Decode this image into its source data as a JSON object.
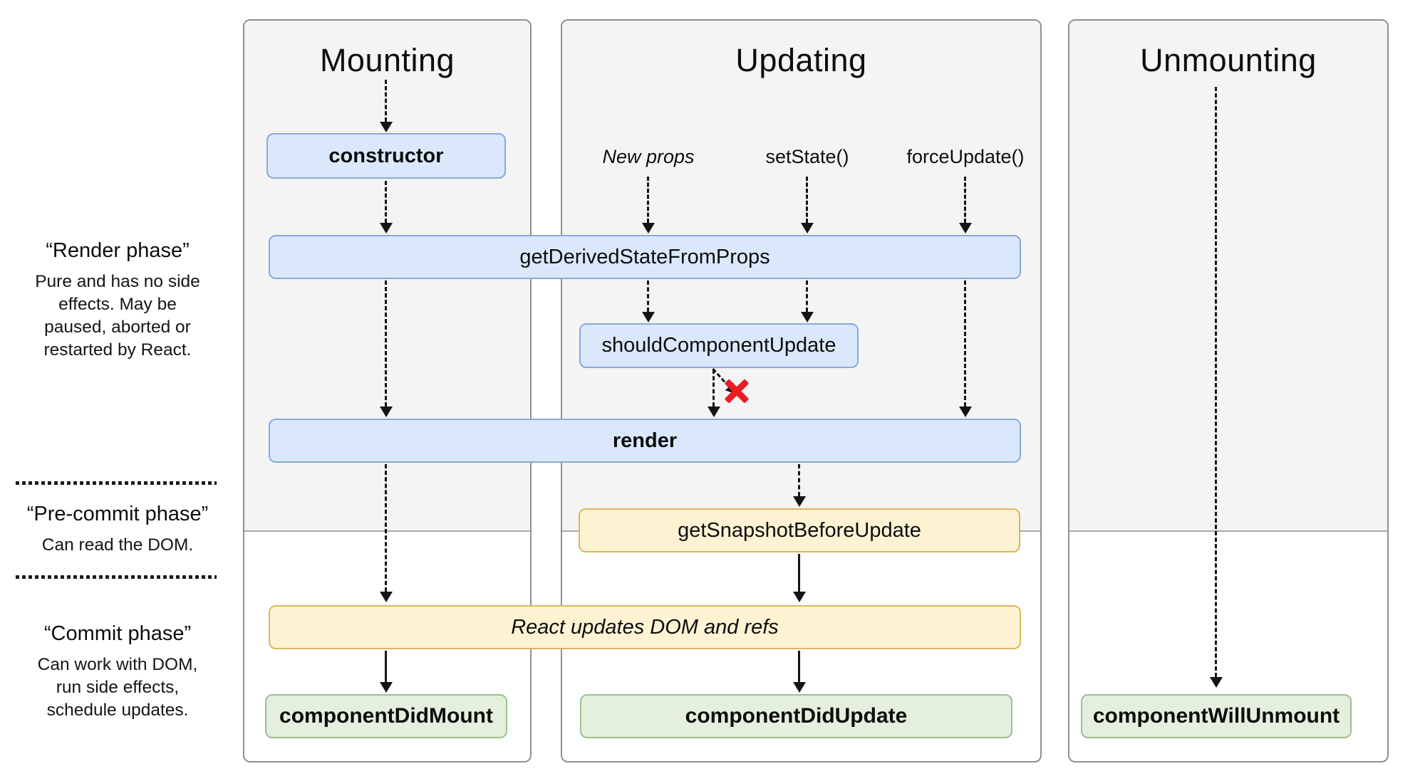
{
  "columns": {
    "mounting": {
      "title": "Mounting"
    },
    "updating": {
      "title": "Updating",
      "triggers": {
        "new_props": "New props",
        "set_state": "setState()",
        "force_update": "forceUpdate()"
      }
    },
    "unmounting": {
      "title": "Unmounting"
    }
  },
  "phases": {
    "render": {
      "name": "“Render phase”",
      "description": "Pure and has no side\neffects. May be\npaused, aborted or\nrestarted by React."
    },
    "pre_commit": {
      "name": "“Pre-commit phase”",
      "description": "Can read the DOM."
    },
    "commit": {
      "name": "“Commit phase”",
      "description": "Can work with DOM,\nrun side effects,\nschedule updates."
    }
  },
  "nodes": {
    "constructor": {
      "label": "constructor"
    },
    "get_derived_state_from_props": {
      "label": "getDerivedStateFromProps"
    },
    "should_component_update": {
      "label": "shouldComponentUpdate"
    },
    "render": {
      "label": "render"
    },
    "get_snapshot_before_update": {
      "label": "getSnapshotBeforeUpdate"
    },
    "react_updates_dom": {
      "label": "React updates DOM and refs"
    },
    "component_did_mount": {
      "label": "componentDidMount"
    },
    "component_did_update": {
      "label": "componentDidUpdate"
    },
    "component_will_unmount": {
      "label": "componentWillUnmount"
    }
  },
  "icons": {
    "skip_render_x": "x-cross"
  },
  "colors": {
    "lifecycle_blue_fill": "#dbe8fb",
    "lifecycle_blue_border": "#84abdb",
    "side_effect_yellow_fill": "#fdf3d3",
    "side_effect_yellow_border": "#d9b75f",
    "commit_green_fill": "#e4efdd",
    "commit_green_border": "#9dbf90",
    "skip_x_red": "#ec1c24",
    "render_phase_panel_gray": "#f4f4f5"
  }
}
